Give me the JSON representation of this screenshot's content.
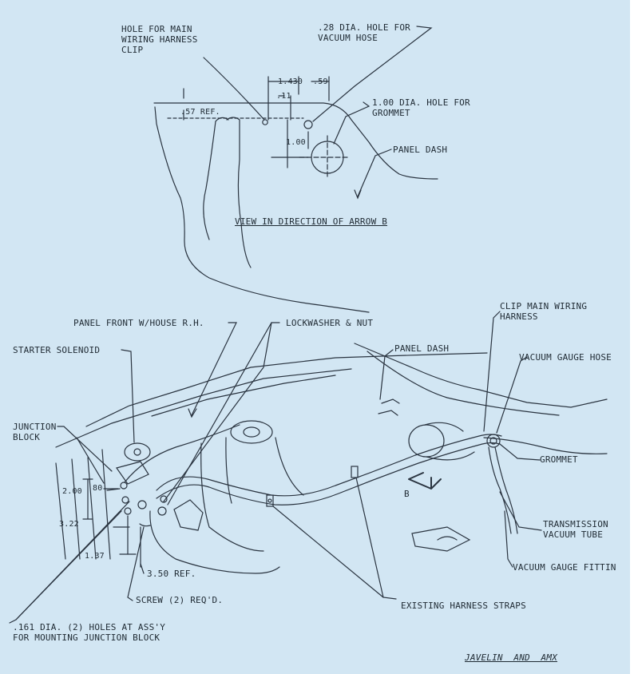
{
  "top_view": {
    "hole_main_clip": "HOLE FOR MAIN\nWIRING HARNESS\nCLIP",
    "vacuum_hose_hole": ".28 DIA. HOLE FOR\nVACUUM HOSE",
    "dim_1430": "1.430",
    "dim_59": ".59",
    "dim_11": ".11",
    "ref_57": ".57 REF.",
    "grommet_hole": "1.00 DIA. HOLE FOR\nGROMMET",
    "dim_100": "1.00",
    "panel_dash": "PANEL DASH",
    "view_caption": "VIEW IN DIRECTION OF ARROW B"
  },
  "main_view": {
    "panel_front": "PANEL FRONT W/HOUSE R.H.",
    "lockwasher": "LOCKWASHER & NUT",
    "clip_main": "CLIP MAIN WIRING\nHARNESS",
    "starter_solenoid": "STARTER SOLENOID",
    "panel_dash": "PANEL DASH",
    "vacuum_gauge_hose": "VACUUM GAUGE HOSE",
    "junction_block": "JUNCTION\nBLOCK",
    "grommet": "GROMMET",
    "dim_200": "2.00",
    "dim_80": "80",
    "arrow_b": "B",
    "transmission_tube": "TRANSMISSION\nVACUUM TUBE",
    "dim_322": "3.22",
    "dim_137": "1.37",
    "ref_350": "3.50 REF.",
    "vacuum_gauge_fitting": "VACUUM GAUGE FITTIN",
    "screw": "SCREW (2) REQ'D.",
    "existing_straps": "EXISTING HARNESS STRAPS",
    "holes_junction": ".161 DIA. (2) HOLES AT ASS'Y\nFOR MOUNTING JUNCTION BLOCK",
    "model": "JAVELIN  AND  AMX"
  }
}
